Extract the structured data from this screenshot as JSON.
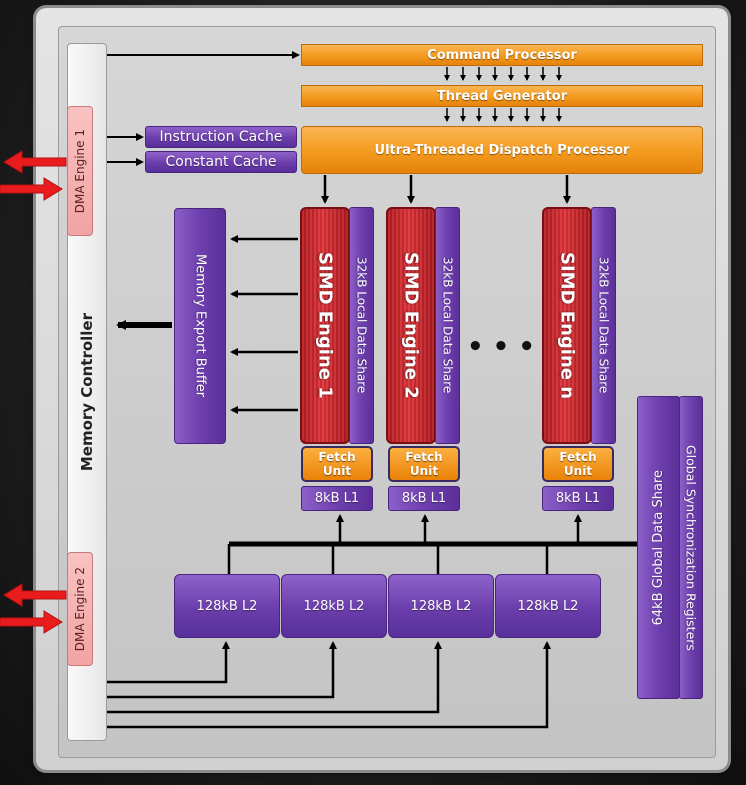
{
  "blocks": {
    "command_processor": "Command Processor",
    "thread_generator": "Thread Generator",
    "instruction_cache": "Instruction Cache",
    "constant_cache": "Constant Cache",
    "dispatch_processor": "Ultra-Threaded Dispatch Processor",
    "memory_controller": "Memory Controller",
    "dma_engine_1": "DMA Engine 1",
    "dma_engine_2": "DMA Engine 2",
    "memory_export_buffer": "Memory Export Buffer",
    "global_data_share": "64kB Global Data Share",
    "global_sync_registers": "Global Synchronization Registers",
    "ellipsis": "• • •"
  },
  "simd_engines": [
    {
      "name": "SIMD Engine 1",
      "lds": "32kB Local Data Share",
      "fetch": "Fetch Unit",
      "l1": "8kB L1"
    },
    {
      "name": "SIMD Engine 2",
      "lds": "32kB Local Data Share",
      "fetch": "Fetch Unit",
      "l1": "8kB L1"
    },
    {
      "name": "SIMD Engine n",
      "lds": "32kB Local Data Share",
      "fetch": "Fetch Unit",
      "l1": "8kB L1"
    }
  ],
  "l2_caches": [
    "128kB L2",
    "128kB L2",
    "128kB L2",
    "128kB L2"
  ],
  "colors": {
    "orange": "#f39a1e",
    "purple": "#6e3fae",
    "simd_red": "#d22a30",
    "dma_pink": "#f5b0b0",
    "arrow_red": "#e81c1c"
  }
}
